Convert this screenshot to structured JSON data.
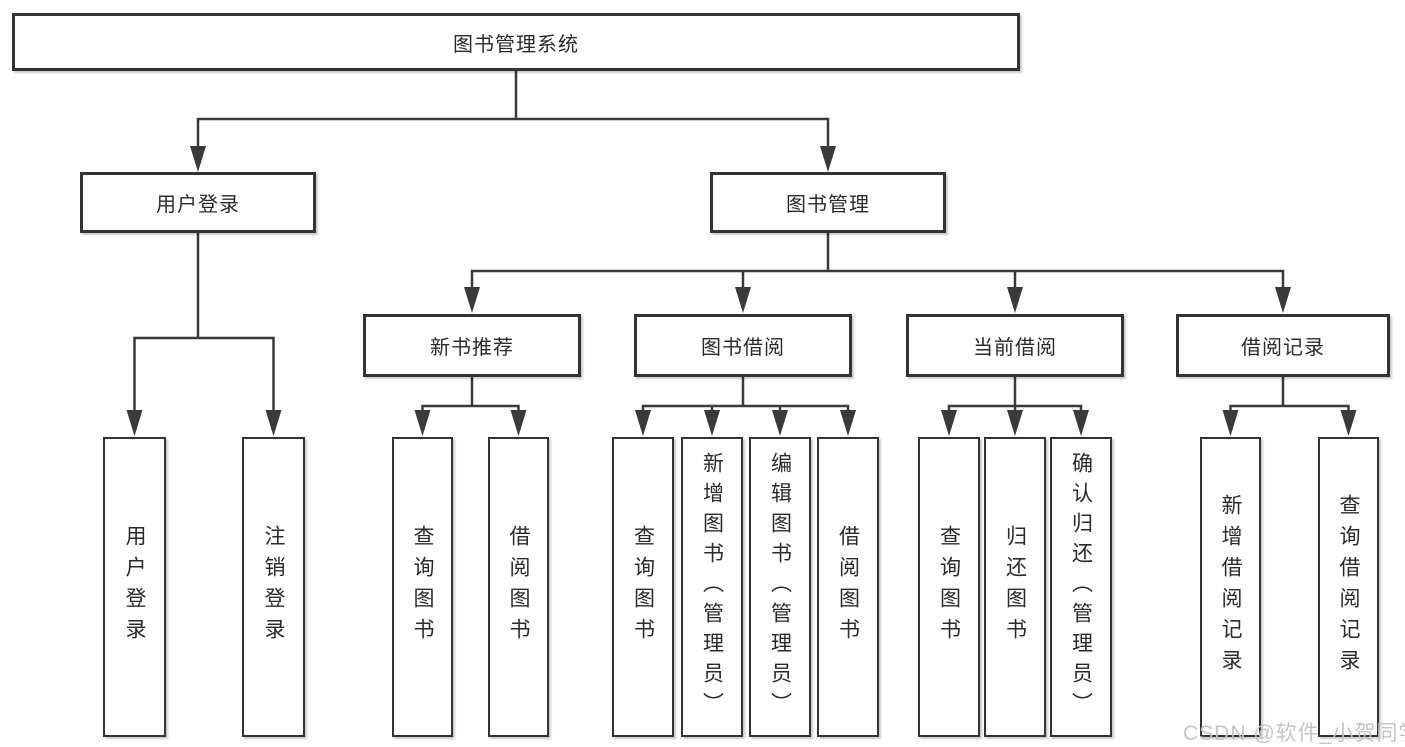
{
  "diagram": {
    "tree": {
      "label": "图书管理系统",
      "children": [
        {
          "label": "用户登录",
          "children": [
            {
              "label": "用户登录"
            },
            {
              "label": "注销登录"
            }
          ]
        },
        {
          "label": "图书管理",
          "children": [
            {
              "label": "新书推荐",
              "children": [
                {
                  "label": "查询图书"
                },
                {
                  "label": "借阅图书"
                }
              ]
            },
            {
              "label": "图书借阅",
              "children": [
                {
                  "label": "查询图书"
                },
                {
                  "label": "新增图书（管理员）"
                },
                {
                  "label": "编辑图书（管理员）"
                },
                {
                  "label": "借阅图书"
                }
              ]
            },
            {
              "label": "当前借阅",
              "children": [
                {
                  "label": "查询图书"
                },
                {
                  "label": "归还图书"
                },
                {
                  "label": "确认归还（管理员）"
                }
              ]
            },
            {
              "label": "借阅记录",
              "children": [
                {
                  "label": "新增借阅记录"
                },
                {
                  "label": "查询借阅记录"
                }
              ]
            }
          ]
        }
      ]
    },
    "colors": {
      "line": "#3a3a3a",
      "box_border": "#333333",
      "text": "#2b2b2b",
      "background": "#ffffff",
      "watermark": "#c3c3c3"
    }
  },
  "watermark": {
    "text": "CSDN @软件_小贺同学"
  }
}
